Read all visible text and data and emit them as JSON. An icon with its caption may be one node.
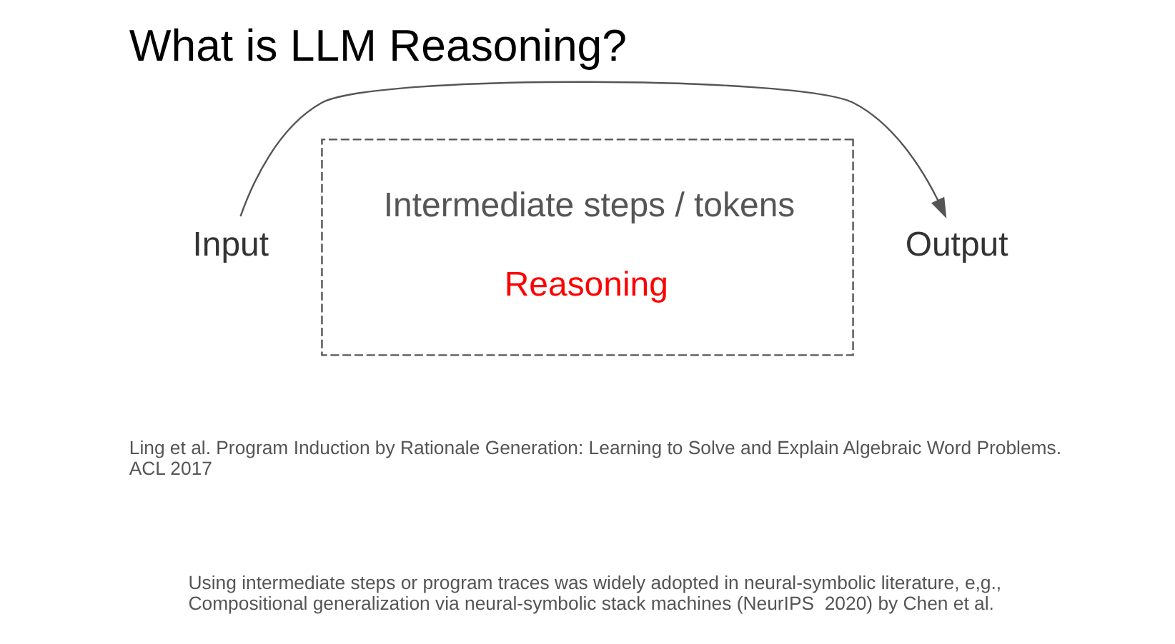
{
  "diagram": {
    "title": "What is LLM Reasoning?",
    "nodes": [
      {
        "text": [
          "Input"
        ]
      },
      {
        "text": [
          "Intermediate steps / tokens",
          "Reasoning"
        ]
      },
      {
        "text": [
          "Output"
        ]
      }
    ],
    "edges": [
      {
        "from": 0,
        "to": 2,
        "arrow": "to"
      }
    ],
    "labels": [
      "Ling et al. Program Induction by Rationale Generation: Learning to Solve and Explain Algebraic Word Problems. ACL 2017",
      "Using intermediate steps or program traces was widely adopted in neural-symbolic literature, e,g., Compositional generalization via neural-symbolic stack machines (NeurIPS  2020) by Chen et al."
    ]
  }
}
